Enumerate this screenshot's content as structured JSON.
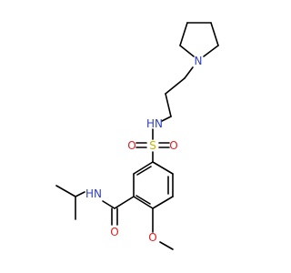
{
  "colors": {
    "bond": "#000000",
    "N": "#2f3fbf",
    "O": "#e02020",
    "S": "#c8b400"
  },
  "atoms": {
    "n_pyrrolidine": {
      "label": "N",
      "element": "N"
    },
    "n_sulfonamide": {
      "label": "HN",
      "element": "N"
    },
    "s": {
      "label": "S",
      "element": "S"
    },
    "o_sulfonyl_left": {
      "label": "O",
      "element": "O"
    },
    "o_sulfonyl_right": {
      "label": "O",
      "element": "O"
    },
    "n_amide": {
      "label": "HN",
      "element": "N"
    },
    "o_amide": {
      "label": "O",
      "element": "O"
    },
    "o_methoxy": {
      "label": "O",
      "element": "O"
    }
  }
}
